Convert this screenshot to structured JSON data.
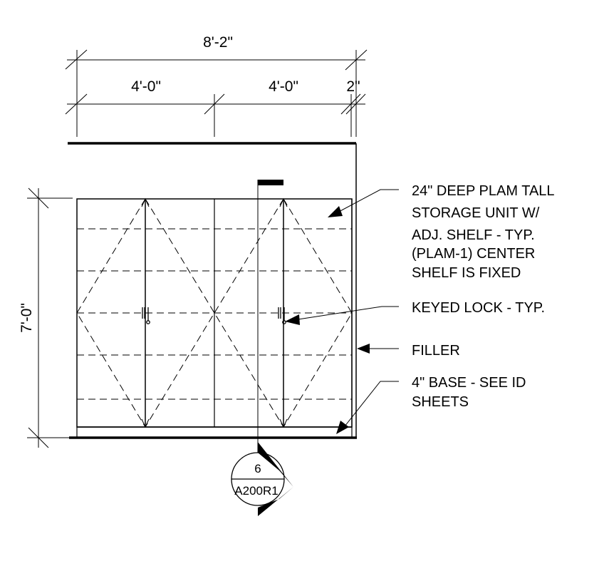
{
  "dimensions": {
    "overall_width": "8'-2\"",
    "left_door_width": "4'-0\"",
    "right_door_width": "4'-0\"",
    "filler_width": "2\"",
    "height": "7'-0\""
  },
  "notes": {
    "storage_unit": [
      "24\" DEEP PLAM TALL",
      "STORAGE UNIT W/",
      "ADJ. SHELF - TYP.",
      "(PLAM-1) CENTER",
      "SHELF IS FIXED"
    ],
    "lock": "KEYED LOCK - TYP.",
    "filler": "FILLER",
    "base": [
      "4\" BASE - SEE ID",
      "SHEETS"
    ]
  },
  "section_marker": {
    "number": "6",
    "sheet": "A200R1"
  }
}
